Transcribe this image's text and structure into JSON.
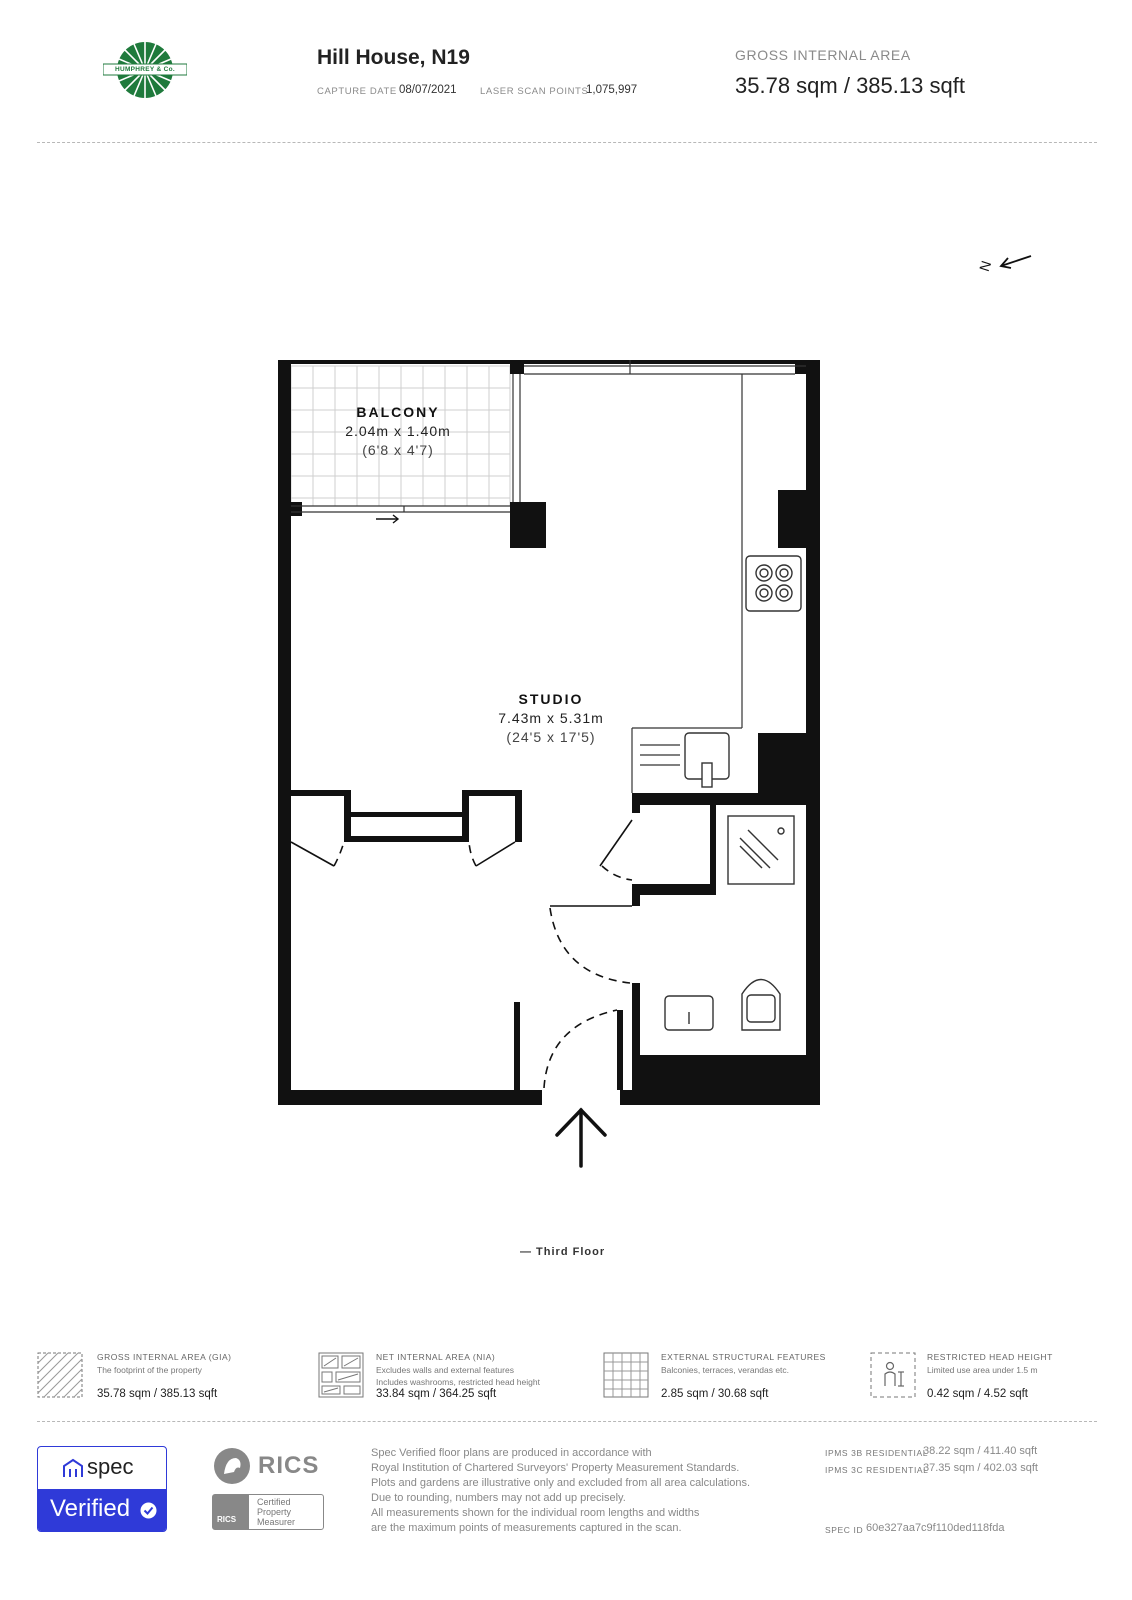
{
  "header": {
    "logo_text": "HUMPHREY & Co.",
    "property_title": "Hill House, N19",
    "capture_date_label": "CAPTURE DATE",
    "capture_date": "08/07/2021",
    "laser_points_label": "LASER SCAN POINTS",
    "laser_points": "1,075,997",
    "gia_label": "GROSS INTERNAL AREA",
    "gia_value": "35.78 sqm / 385.13 sqft"
  },
  "compass": {
    "north_letter": "N"
  },
  "rooms": {
    "balcony": {
      "name": "BALCONY",
      "dims": "2.04m x 1.40m",
      "imperial": "(6'8 x 4'7)"
    },
    "studio": {
      "name": "STUDIO",
      "dims": "7.43m x 5.31m",
      "imperial": "(24'5 x 17'5)"
    }
  },
  "floor_label": "— Third Floor",
  "legend": [
    {
      "title": "GROSS INTERNAL AREA (GIA)",
      "desc1": "The footprint of the property",
      "desc2": "",
      "value": "35.78 sqm / 385.13 sqft",
      "icon": "gia-hatch-icon"
    },
    {
      "title": "NET INTERNAL AREA (NIA)",
      "desc1": "Excludes walls and external features",
      "desc2": "Includes washrooms, restricted head height",
      "value": "33.84 sqm / 364.25 sqft",
      "icon": "nia-hatch-icon"
    },
    {
      "title": "EXTERNAL STRUCTURAL FEATURES",
      "desc1": "Balconies, terraces, verandas etc.",
      "desc2": "",
      "value": "2.85 sqm / 30.68 sqft",
      "icon": "grid-icon"
    },
    {
      "title": "RESTRICTED HEAD HEIGHT",
      "desc1": "Limited use area under 1.5 m",
      "desc2": "",
      "value": "0.42 sqm / 4.52 sqft",
      "icon": "head-height-icon"
    }
  ],
  "footer": {
    "spec_brand": "spec",
    "spec_verified": "Verified",
    "rics_text": "RICS",
    "rics_badge_lines": [
      "Certified",
      "Property",
      "Measurer"
    ],
    "rics_badge_small": "RICS",
    "disclaimer": [
      "Spec Verified floor plans are produced in accordance with",
      "Royal Institution of Chartered Surveyors' Property Measurement Standards.",
      "Plots and gardens are illustrative only and excluded from all area calculations.",
      "Due to rounding, numbers may not add up precisely.",
      "All measurements shown for the individual room lengths and widths",
      "are the maximum points of measurements captured in the scan."
    ],
    "ipms_3b_label": "IPMS 3B RESIDENTIAL",
    "ipms_3b_value": "38.22 sqm / 411.40 sqft",
    "ipms_3c_label": "IPMS 3C RESIDENTIAL",
    "ipms_3c_value": "37.35 sqm / 402.03 sqft",
    "spec_id_label": "SPEC ID",
    "spec_id_value": "60e327aa7c9f110ded118fda"
  },
  "colors": {
    "logo_green": "#1f7a3c",
    "wall": "#111111",
    "spec_blue": "#2f3ad8"
  }
}
